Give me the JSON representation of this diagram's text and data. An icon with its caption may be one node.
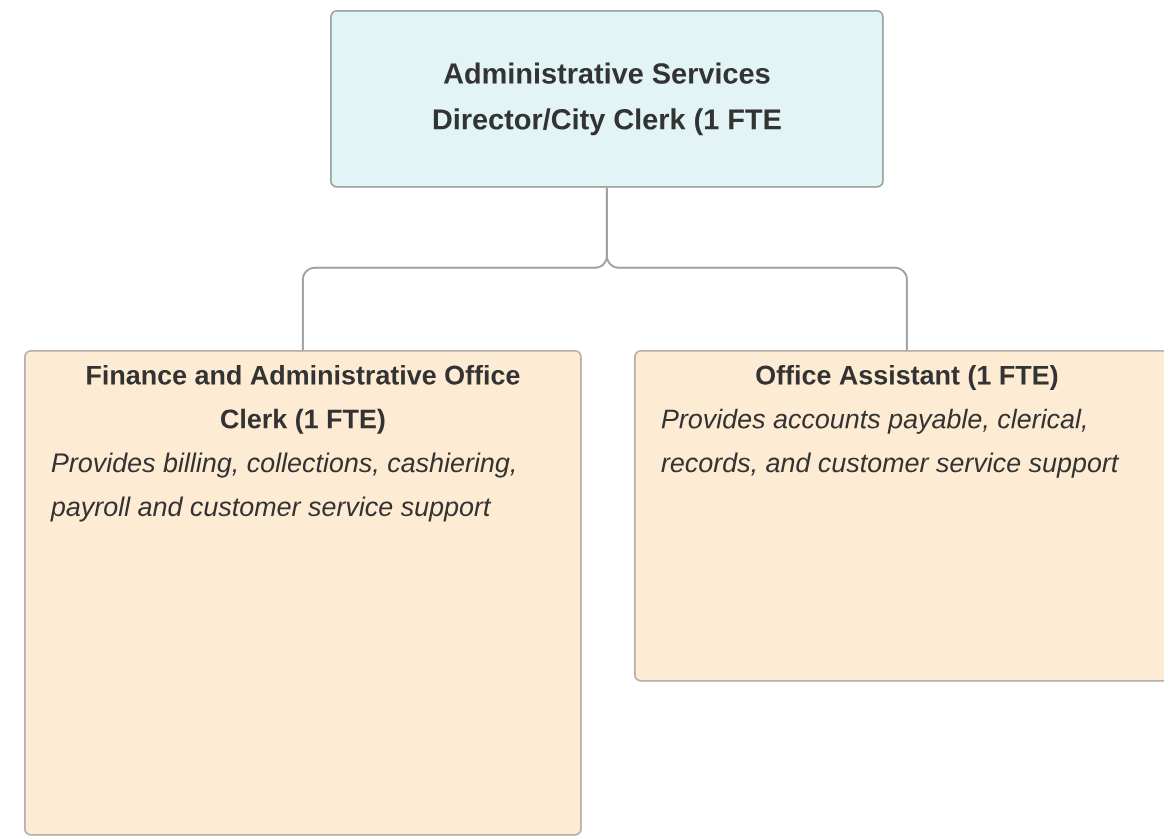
{
  "diagram": {
    "nodes": [
      {
        "text": [
          "Administrative Services Director/City Clerk (1 FTE"
        ]
      },
      {
        "text": [
          "Finance and Administrative Office Clerk (1 FTE)",
          "Provides billing, collections, cashiering, payroll and customer service support"
        ]
      },
      {
        "text": [
          "Office Assistant (1 FTE)",
          "Provides accounts payable, clerical, records, and customer service support"
        ]
      }
    ],
    "edges": [
      {
        "from": 0,
        "to": 1,
        "arrow": "none"
      },
      {
        "from": 0,
        "to": 2,
        "arrow": "none"
      }
    ]
  }
}
